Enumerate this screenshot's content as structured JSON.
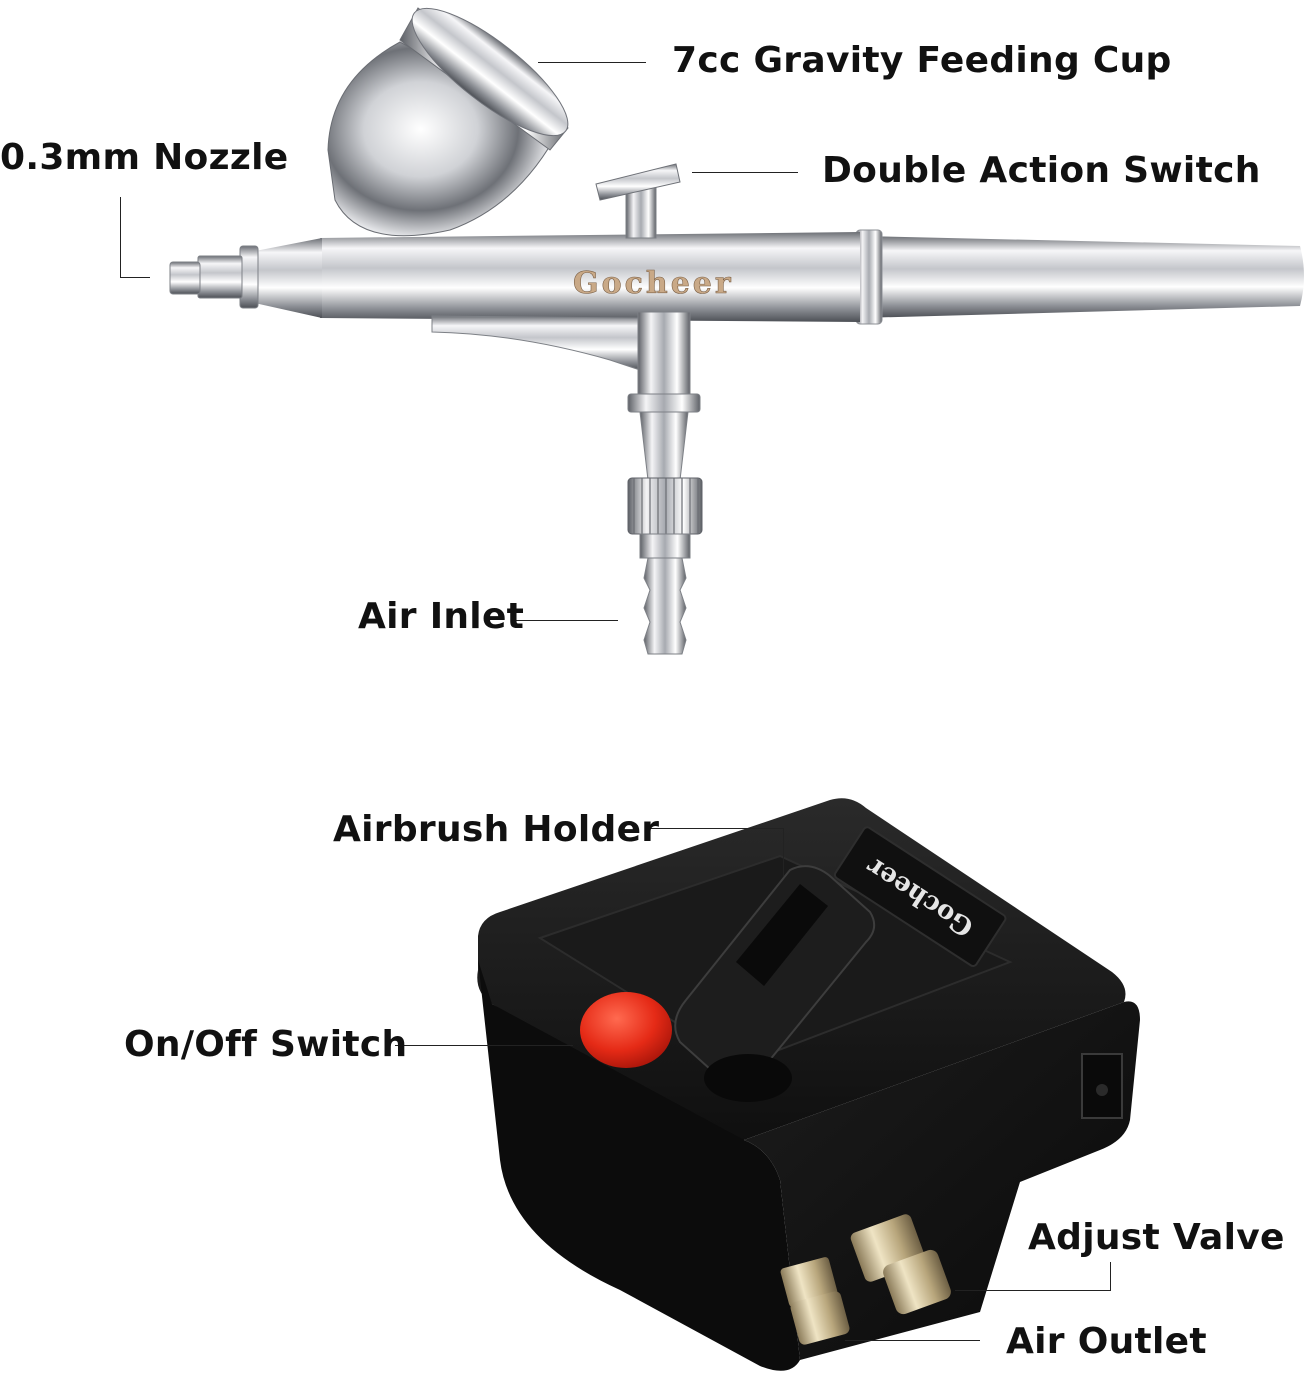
{
  "airbrush": {
    "brand": "Gocheer",
    "labels": {
      "cup": "7cc Gravity Feeding Cup",
      "nozzle": "0.3mm Nozzle",
      "switch": "Double Action Switch",
      "inlet": "Air Inlet"
    }
  },
  "compressor": {
    "brand": "Gocheer",
    "labels": {
      "holder": "Airbrush Holder",
      "power": "On/Off Switch",
      "valve": "Adjust Valve",
      "outlet": "Air Outlet"
    }
  },
  "colors": {
    "chrome_light": "#f4f4f6",
    "chrome_mid": "#b9bbc0",
    "chrome_dark": "#55585e",
    "compressor_body": "#151515",
    "power_button": "#e52a16",
    "brass": "#c8b48a"
  }
}
